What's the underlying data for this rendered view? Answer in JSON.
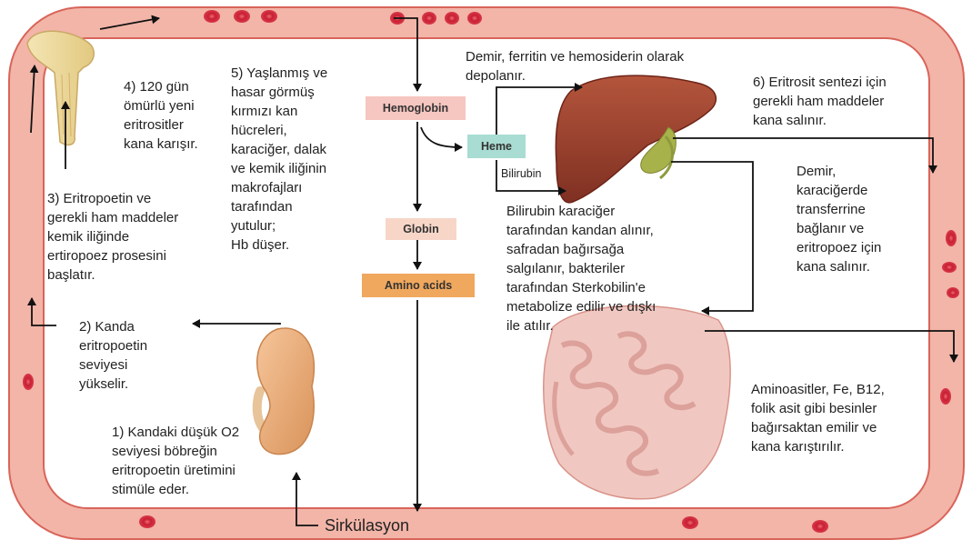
{
  "boxes": {
    "hemoglobin": "Hemoglobin",
    "heme": "Heme",
    "globin": "Globin",
    "amino_acids": "Amino acids"
  },
  "labels": {
    "bilirubin": "Bilirubin",
    "circulation": "Sirkülasyon"
  },
  "steps": {
    "s1": "1) Kandaki düşük O2\nseviyesi böbreğin\neritropoetin üretimini\nstimüle eder.",
    "s2": "2) Kanda\neritropoetin\nseviyesi\nyükselir.",
    "s3": "3) Eritropoetin ve\ngerekli ham maddeler\nkemik iliğinde\nertiropoez prosesini\nbaşlatır.",
    "s4": "4) 120 gün\nömürlü yeni\neritrositler\nkana karışır.",
    "s5": "5) Yaşlanmış ve\nhasar görmüş\nkırmızı kan\nhücreleri,\nkaraciğer, dalak\nve kemik iliğinin\nmakrofajları\ntarafından\nyutulur;\nHb düşer.",
    "s6": "6) Eritrosit sentezi için\ngerekli ham maddeler\nkana salınır."
  },
  "notes": {
    "iron_storage": "Demir, ferritin ve hemosiderin olarak\ndepolanır.",
    "bilirubin_path": "Bilirubin karaciğer\ntarafından kandan alınır,\nsafradan bağırsağa\nsalgılanır, bakteriler\ntarafından Sterkobilin'e\nmetabolize edilir ve dışkı\nile atılır.",
    "iron_transport": "Demir,\nkaraciğerde\ntransferrine\nbağlanır ve\neritropoez için\nkana salınır.",
    "absorption": "Aminoasitler, Fe, B12,\nfolik asit gibi besinler\nbağırsaktan emilir ve\nkana karıştırılır."
  },
  "colors": {
    "vessel": "#f2b5a8",
    "vessel_edge": "#d9645a",
    "rbc": "#d8394a",
    "hemoglobin_box": "#f6c6c0",
    "heme_box": "#a9dcd2",
    "globin_box": "#f7d6c8",
    "amino_box": "#f0a85e"
  }
}
